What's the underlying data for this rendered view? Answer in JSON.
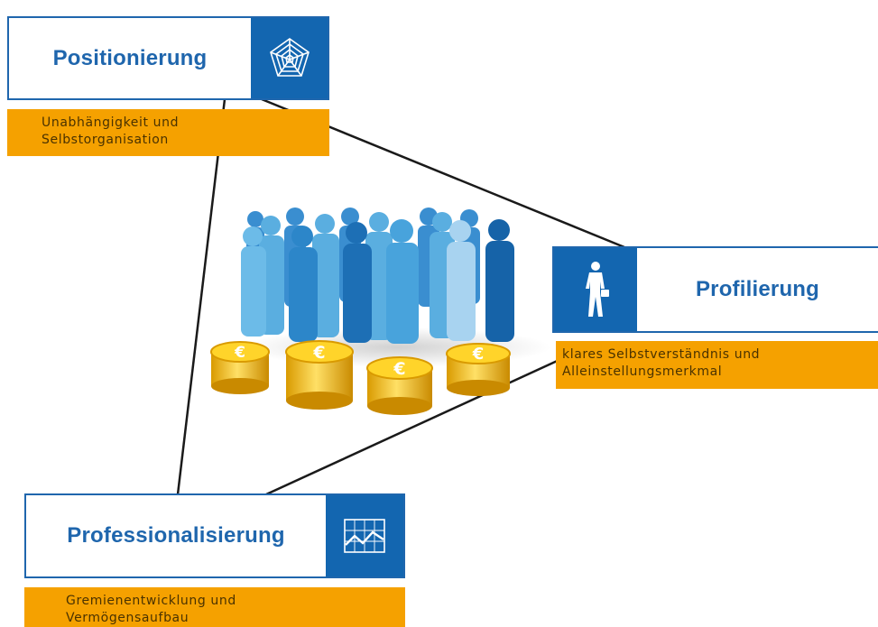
{
  "colors": {
    "brand_blue": "#1366b0",
    "accent_orange": "#f5a100",
    "connector": "#1a1a1a",
    "coin_gold": "#f2c21b"
  },
  "positionierung": {
    "title": "Positionierung",
    "icon": "spider-web-icon",
    "note_line1": "Unabhängigkeit und",
    "note_line2": "Selbstorganisation"
  },
  "profilierung": {
    "title": "Profilierung",
    "icon": "businessman-walking-icon",
    "note_line1": "klares Selbstverständnis und",
    "note_line2": "Alleinstellungsmerkmal"
  },
  "professionalisierung": {
    "title": "Professionalisierung",
    "icon": "trend-chart-icon",
    "note_line1": "Gremienentwicklung und",
    "note_line2": "Vermögensaufbau"
  },
  "illustration": {
    "people": "crowd-silhouette",
    "coin_symbol": "€",
    "coin_stacks": 4
  }
}
